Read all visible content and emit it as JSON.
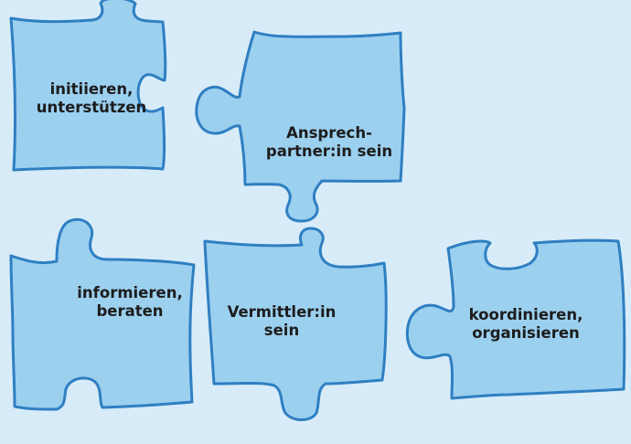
{
  "background_color": "#d7ecf8",
  "piece_fill": "#9cd0ef",
  "piece_stroke": "#2f7fc2",
  "pieces": [
    {
      "lines": [
        "initiieren,",
        "unterstützen"
      ]
    },
    {
      "lines": [
        "Ansprech-",
        "partner:in sein"
      ]
    },
    {
      "lines": [
        "informieren,",
        "beraten"
      ]
    },
    {
      "lines": [
        "Vermittler:in",
        "sein"
      ]
    },
    {
      "lines": [
        "koordinieren,",
        "organisieren"
      ]
    }
  ]
}
